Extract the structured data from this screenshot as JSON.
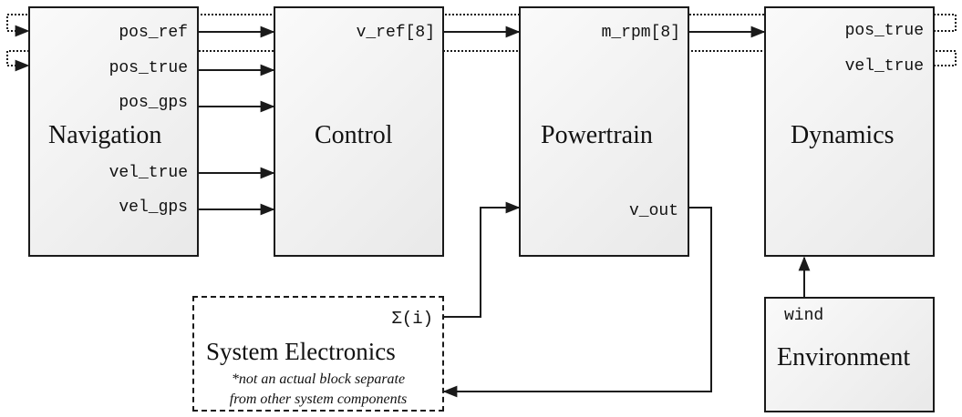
{
  "blocks": {
    "navigation": {
      "title": "Navigation",
      "outputs": [
        "pos_ref",
        "pos_true",
        "pos_gps",
        "vel_true",
        "vel_gps"
      ]
    },
    "control": {
      "title": "Control",
      "output": "v_ref[8]"
    },
    "powertrain": {
      "title": "Powertrain",
      "output_top": "m_rpm[8]",
      "output_bottom": "v_out"
    },
    "dynamics": {
      "title": "Dynamics",
      "outputs": [
        "pos_true",
        "vel_true"
      ]
    },
    "system_electronics": {
      "title": "System Electronics",
      "output": "Σ(i)",
      "note_line1": "*not an actual block separate",
      "note_line2": "from other system components"
    },
    "environment": {
      "title": "Environment",
      "output": "wind"
    }
  },
  "colors": {
    "stroke": "#1a1a1a",
    "block_fill_light": "#fafafa",
    "block_fill_dark": "#e9e9e9"
  }
}
